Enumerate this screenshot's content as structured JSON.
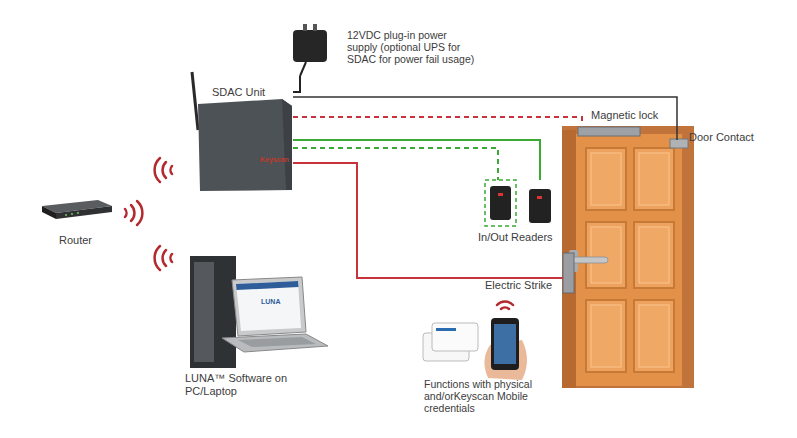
{
  "diagram": {
    "nodes": [
      {
        "text": [
          "SDAC Unit",
          "Keyscan"
        ]
      },
      {
        "text": [
          "12VDC plug-in power supply (optional UPS for SDAC for power fail usage)"
        ]
      },
      {
        "text": [
          "Magnetic lock"
        ]
      },
      {
        "text": [
          "Door Contact"
        ]
      },
      {
        "text": [
          "In/Out Readers"
        ]
      },
      {
        "text": [
          "Router"
        ]
      },
      {
        "text": [
          "Electric Strike"
        ]
      },
      {
        "text": [
          "LUNA™ Software on PC/Laptop",
          "LUNA"
        ]
      },
      {
        "text": [
          "Functions with physical and/orKeyscan Mobile credentials"
        ]
      }
    ],
    "edges": [
      {
        "from": 1,
        "to": 0,
        "arrow": "none"
      },
      {
        "from": 0,
        "to": 3,
        "arrow": "none"
      },
      {
        "from": 0,
        "to": 2,
        "arrow": "none"
      },
      {
        "from": 0,
        "to": 4,
        "arrow": "none"
      },
      {
        "from": 0,
        "to": 4,
        "arrow": "none"
      },
      {
        "from": 0,
        "to": 6,
        "arrow": "none"
      }
    ]
  }
}
